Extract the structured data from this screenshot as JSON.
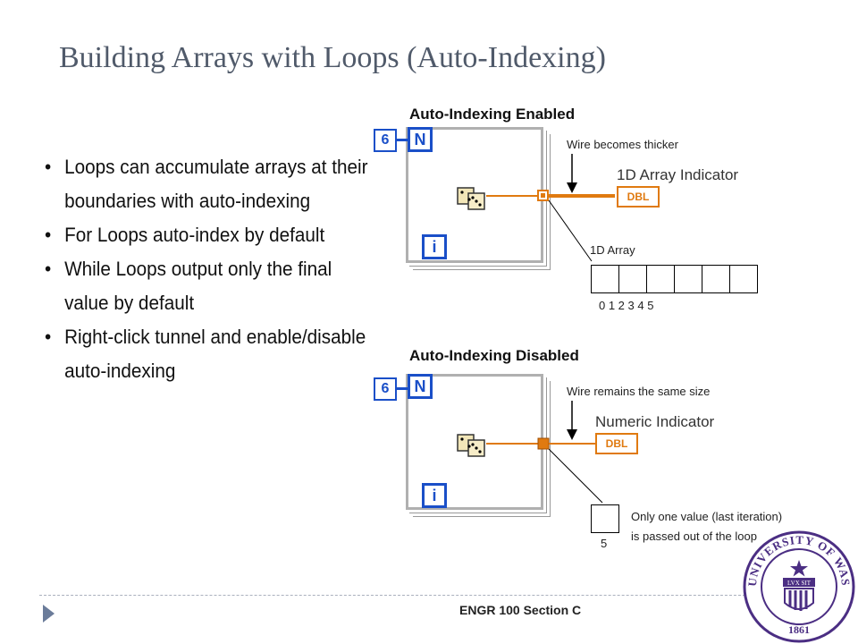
{
  "slide": {
    "title": "Building Arrays with Loops (Auto-Indexing)",
    "footer": "ENGR 100 Section C"
  },
  "bullets": [
    "Loops can accumulate arrays at their boundaries with auto-indexing",
    "For Loops auto-index by default",
    "While Loops output only the final value by default",
    "Right-click tunnel and enable/disable auto-indexing"
  ],
  "enabled": {
    "heading": "Auto-Indexing Enabled",
    "count_constant": "6",
    "count_terminal": "N",
    "iteration_terminal": "i",
    "wire_note": "Wire becomes thicker",
    "indicator_label": "1D Array Indicator",
    "indicator_type": "DBL",
    "array_label": "1D Array",
    "array_indices": "0 1 2 3 4 5"
  },
  "disabled": {
    "heading": "Auto-Indexing Disabled",
    "count_constant": "6",
    "count_terminal": "N",
    "iteration_terminal": "i",
    "wire_note": "Wire remains the same size",
    "indicator_label": "Numeric Indicator",
    "indicator_type": "DBL",
    "value": "5",
    "value_note_line1": "Only one value (last iteration)",
    "value_note_line2": "is passed out of the loop"
  },
  "seal": {
    "text": "UNIVERSITY OF WASHINGTON",
    "motto": "LVX SIT",
    "year": "1861"
  },
  "colors": {
    "title": "#505a6a",
    "terminal_blue": "#1a4fc8",
    "wire_orange": "#e07a10",
    "seal_purple": "#4b2e83"
  }
}
